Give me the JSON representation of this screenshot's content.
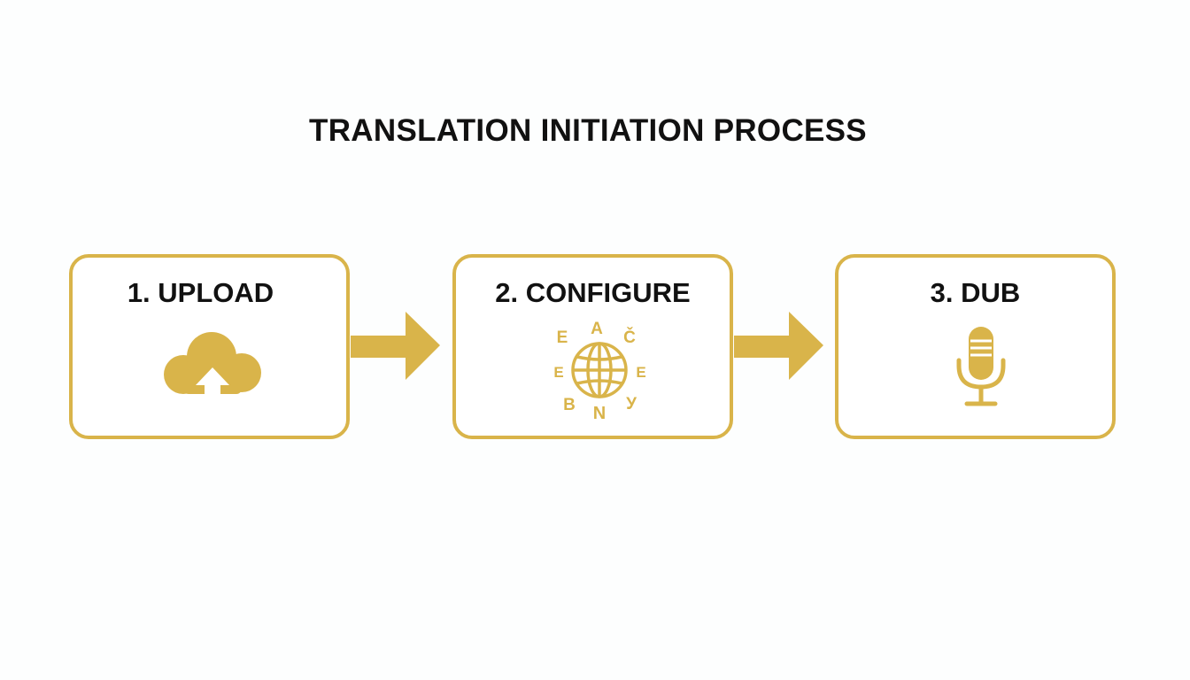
{
  "title": "TRANSLATION INITIATION PROCESS",
  "accent_color": "#d9b44a",
  "steps": [
    {
      "label": "1. UPLOAD",
      "icon": "cloud-upload-icon"
    },
    {
      "label": "2. CONFIGURE",
      "icon": "globe-letters-icon",
      "icon_letters": [
        "E",
        "A",
        "Č",
        "E",
        "E",
        "B",
        "N",
        "У"
      ]
    },
    {
      "label": "3. DUB",
      "icon": "microphone-icon"
    }
  ],
  "connectors": [
    "arrow-right-icon",
    "arrow-right-icon"
  ]
}
